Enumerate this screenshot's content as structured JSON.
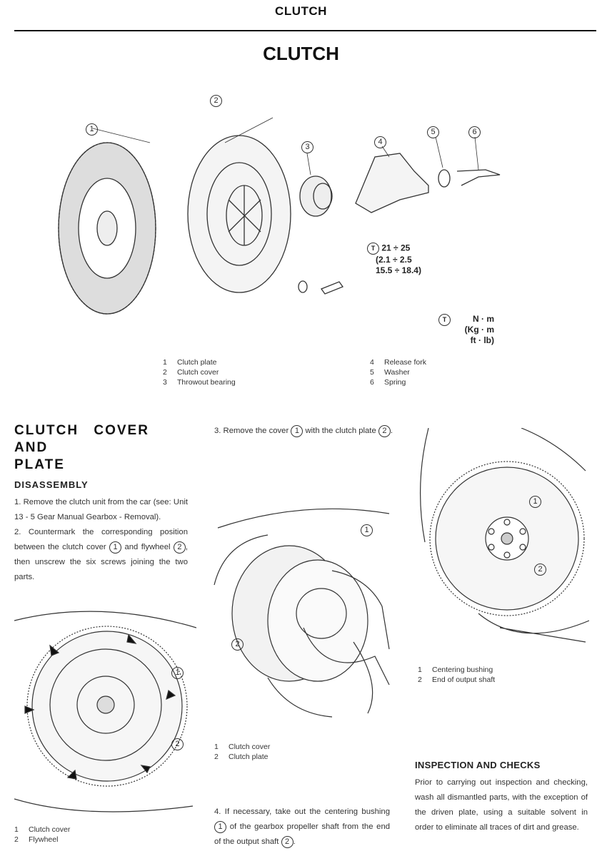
{
  "header": {
    "running_title": "CLUTCH",
    "page_title": "CLUTCH"
  },
  "exploded_view": {
    "callouts": [
      "1",
      "2",
      "3",
      "4",
      "5",
      "6"
    ],
    "torque": {
      "symbol": "T",
      "line1": "21 ÷ 25",
      "line2": "(2.1 ÷ 2.5",
      "line3": "15.5 ÷ 18.4)"
    },
    "units_legend": {
      "symbol": "T",
      "line1": "N · m",
      "line2": "(Kg · m",
      "line3": "ft · lb)"
    },
    "parts_left": [
      {
        "n": "1",
        "label": "Clutch plate"
      },
      {
        "n": "2",
        "label": "Clutch cover"
      },
      {
        "n": "3",
        "label": "Throwout bearing"
      }
    ],
    "parts_right": [
      {
        "n": "4",
        "label": "Release fork"
      },
      {
        "n": "5",
        "label": "Washer"
      },
      {
        "n": "6",
        "label": "Spring"
      }
    ]
  },
  "section": {
    "title_line1": "CLUTCH COVER AND",
    "title_line2": "PLATE",
    "disassembly_heading": "DISASSEMBLY",
    "step1": "1.    Remove the clutch unit from the car (see: Unit 13 - 5 Gear Manual Gearbox - Removal).",
    "step2_a": "2.    Countermark the corresponding position between the clutch cover",
    "step2_ref1": "1",
    "step2_b": "and flywheel",
    "step2_ref2": "2",
    "step2_c": ", then unscrew the six screws joining the two parts.",
    "step3_a": "3.    Remove the cover",
    "step3_ref1": "1",
    "step3_b": "with the clutch plate",
    "step3_ref2": "2",
    "step3_c": ".",
    "step4_a": "4.    If necessary, take out the centering bushing",
    "step4_ref1": "1",
    "step4_b": "of the gearbox propeller shaft from the end of the output shaft",
    "step4_ref2": "2",
    "step4_c": "."
  },
  "figure_left": {
    "callouts": [
      "1",
      "2"
    ],
    "captions": [
      {
        "n": "1",
        "label": "Clutch cover"
      },
      {
        "n": "2",
        "label": "Flywheel"
      }
    ]
  },
  "figure_middle": {
    "callouts": [
      "1",
      "2"
    ],
    "captions": [
      {
        "n": "1",
        "label": "Clutch cover"
      },
      {
        "n": "2",
        "label": "Clutch plate"
      }
    ]
  },
  "figure_right": {
    "callouts": [
      "1",
      "2"
    ],
    "captions": [
      {
        "n": "1",
        "label": "Centering bushing"
      },
      {
        "n": "2",
        "label": "End of output shaft"
      }
    ]
  },
  "inspection": {
    "heading": "INSPECTION AND CHECKS",
    "text": "Prior to carrying out inspection and checking, wash all dismantled parts, with the exception of the driven plate, using a suitable solvent in order to eliminate all traces of dirt and grease."
  }
}
